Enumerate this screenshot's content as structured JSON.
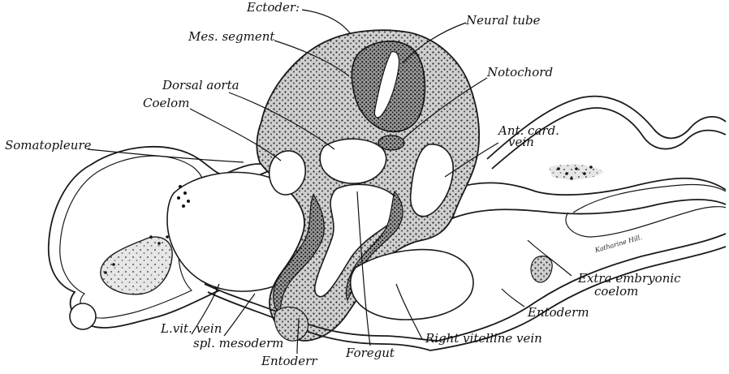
{
  "labels": {
    "ectoderm": "Ectoder:",
    "neural_tube": "Neural tube",
    "mes_segment": "Mes. segment",
    "notochord": "Notochord",
    "dorsal_aorta": "Dorsal aorta",
    "coelom": "Coelom",
    "somatopleure": "Somatopleure",
    "ant_card_vein_1": "Ant. card.",
    "ant_card_vein_2": "vein",
    "extra_embryonic_1": "Extra embryonic",
    "extra_embryonic_2": "coelom",
    "entoderm_right": "Entoderm",
    "right_vitelline_vein": "Right vitelline vein",
    "foregut": "Foregut",
    "entoderm_bottom": "Entoderr",
    "spl_mesoderm": "spl. mesoderm",
    "l_vit_vein": "L.vit. vein"
  },
  "signature": "Katharine Hill."
}
